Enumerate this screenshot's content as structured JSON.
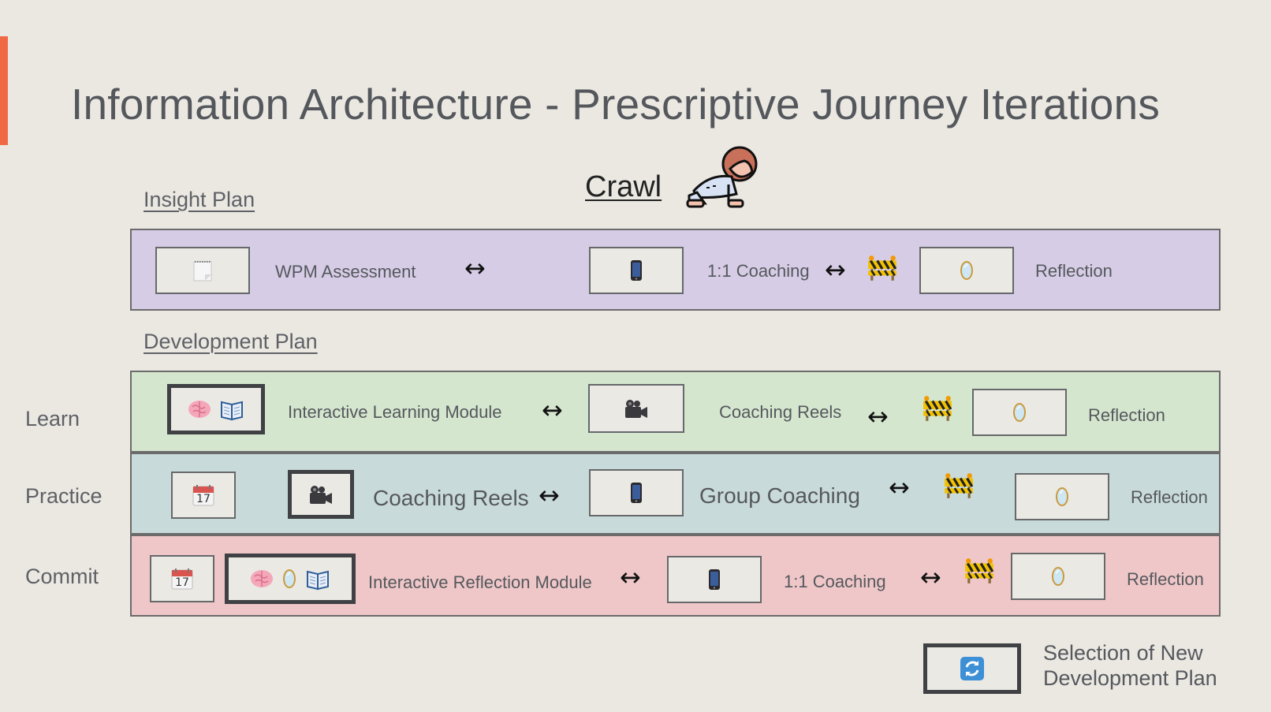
{
  "title": "Information Architecture - Prescriptive Journey Iterations",
  "stage": "Crawl",
  "sections": {
    "insight": "Insight Plan",
    "development": "Development Plan"
  },
  "rows": {
    "learn": "Learn",
    "practice": "Practice",
    "commit": "Commit"
  },
  "arrow": "↔",
  "insight_band": {
    "assessment": "WPM Assessment",
    "coaching": "1:1 Coaching",
    "reflection": "Reflection"
  },
  "learn_band": {
    "module": "Interactive Learning Module",
    "reels": "Coaching Reels",
    "reflection": "Reflection"
  },
  "practice_band": {
    "reels": "Coaching Reels",
    "coaching": "Group Coaching",
    "reflection": "Reflection"
  },
  "commit_band": {
    "module": "Interactive Reflection Module",
    "coaching": "1:1 Coaching",
    "reflection": "Reflection"
  },
  "calendar_day": "17",
  "legend": {
    "line1": "Selection of New",
    "line2": "Development Plan"
  },
  "colors": {
    "accent": "#ef6a44",
    "insight": "#d6cce5",
    "learn": "#d5e6cf",
    "practice": "#c9dadb",
    "commit": "#efc7c8"
  }
}
